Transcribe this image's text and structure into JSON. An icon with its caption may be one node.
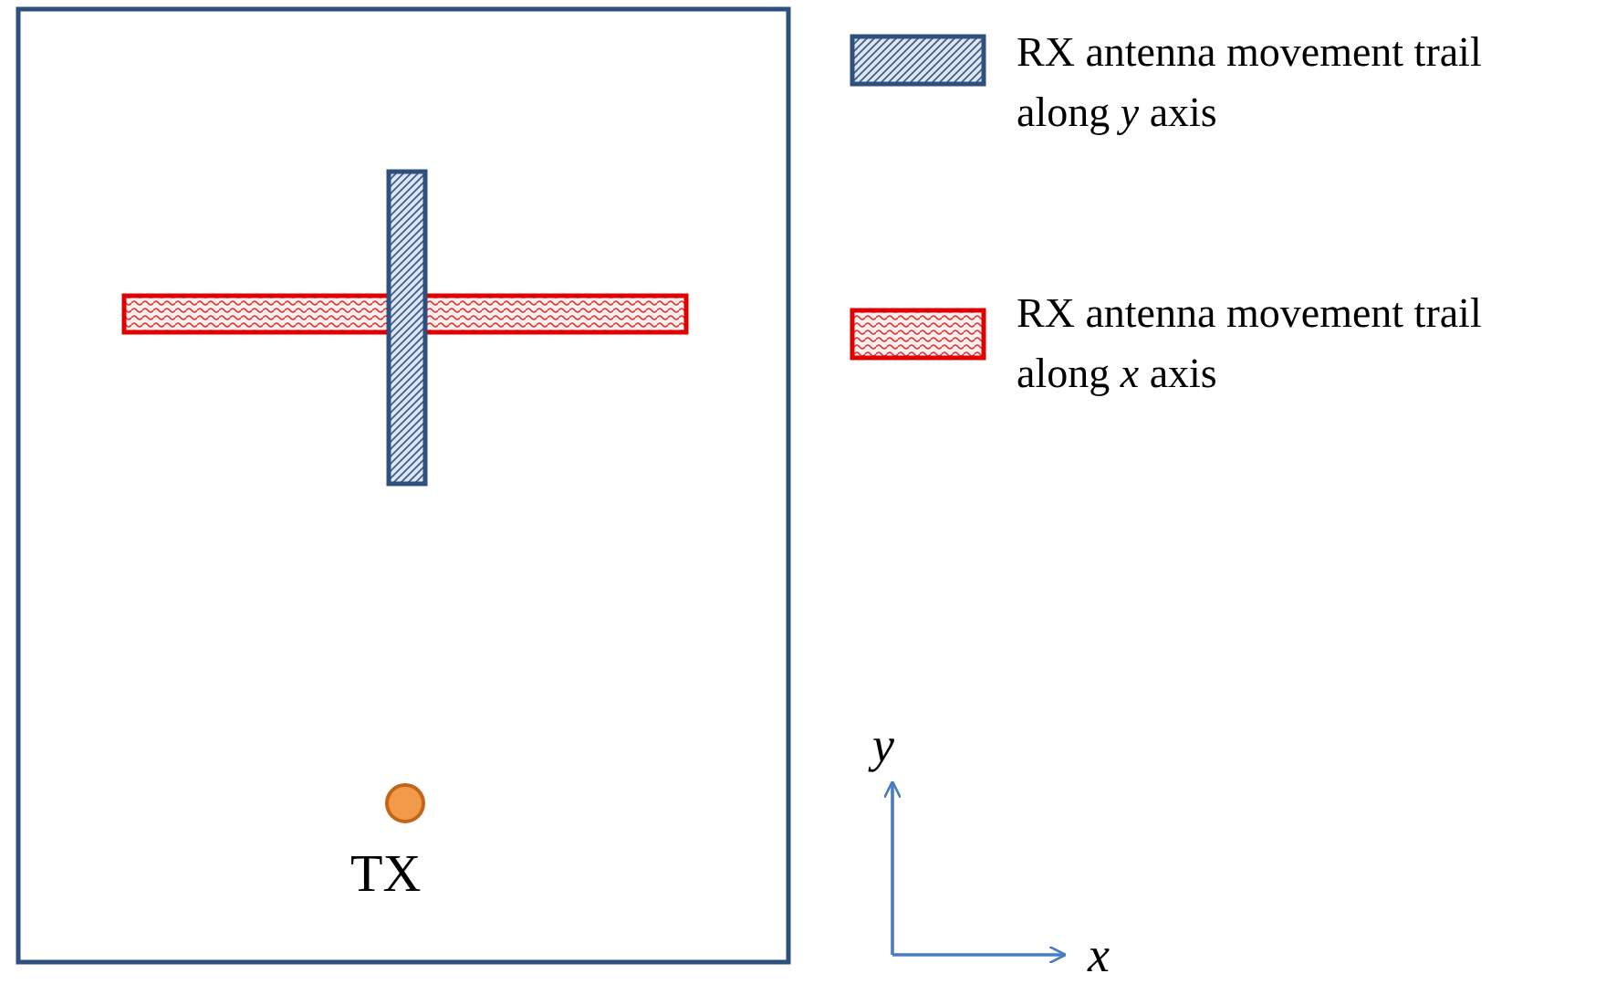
{
  "diagram": {
    "labels": [
      "TX",
      "y",
      "x"
    ],
    "legend": [
      {
        "text": "RX antenna movement trail along *y* axis"
      },
      {
        "text": "RX antenna movement trail along *x* axis"
      }
    ]
  }
}
